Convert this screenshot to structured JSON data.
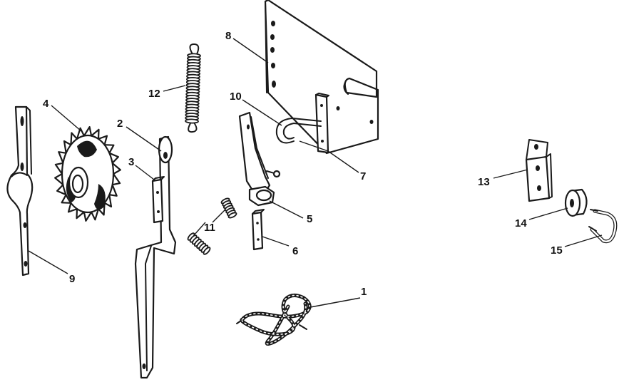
{
  "diagram": {
    "callouts": [
      {
        "id": "p1",
        "label": "1"
      },
      {
        "id": "p2",
        "label": "2"
      },
      {
        "id": "p3",
        "label": "3"
      },
      {
        "id": "p4",
        "label": "4"
      },
      {
        "id": "p5",
        "label": "5"
      },
      {
        "id": "p6",
        "label": "6"
      },
      {
        "id": "p7",
        "label": "7"
      },
      {
        "id": "p8",
        "label": "8"
      },
      {
        "id": "p9",
        "label": "9"
      },
      {
        "id": "p10",
        "label": "10"
      },
      {
        "id": "p11",
        "label": "11"
      },
      {
        "id": "p12",
        "label": "12"
      },
      {
        "id": "p13",
        "label": "13"
      },
      {
        "id": "p14",
        "label": "14"
      },
      {
        "id": "p15",
        "label": "15"
      }
    ]
  }
}
